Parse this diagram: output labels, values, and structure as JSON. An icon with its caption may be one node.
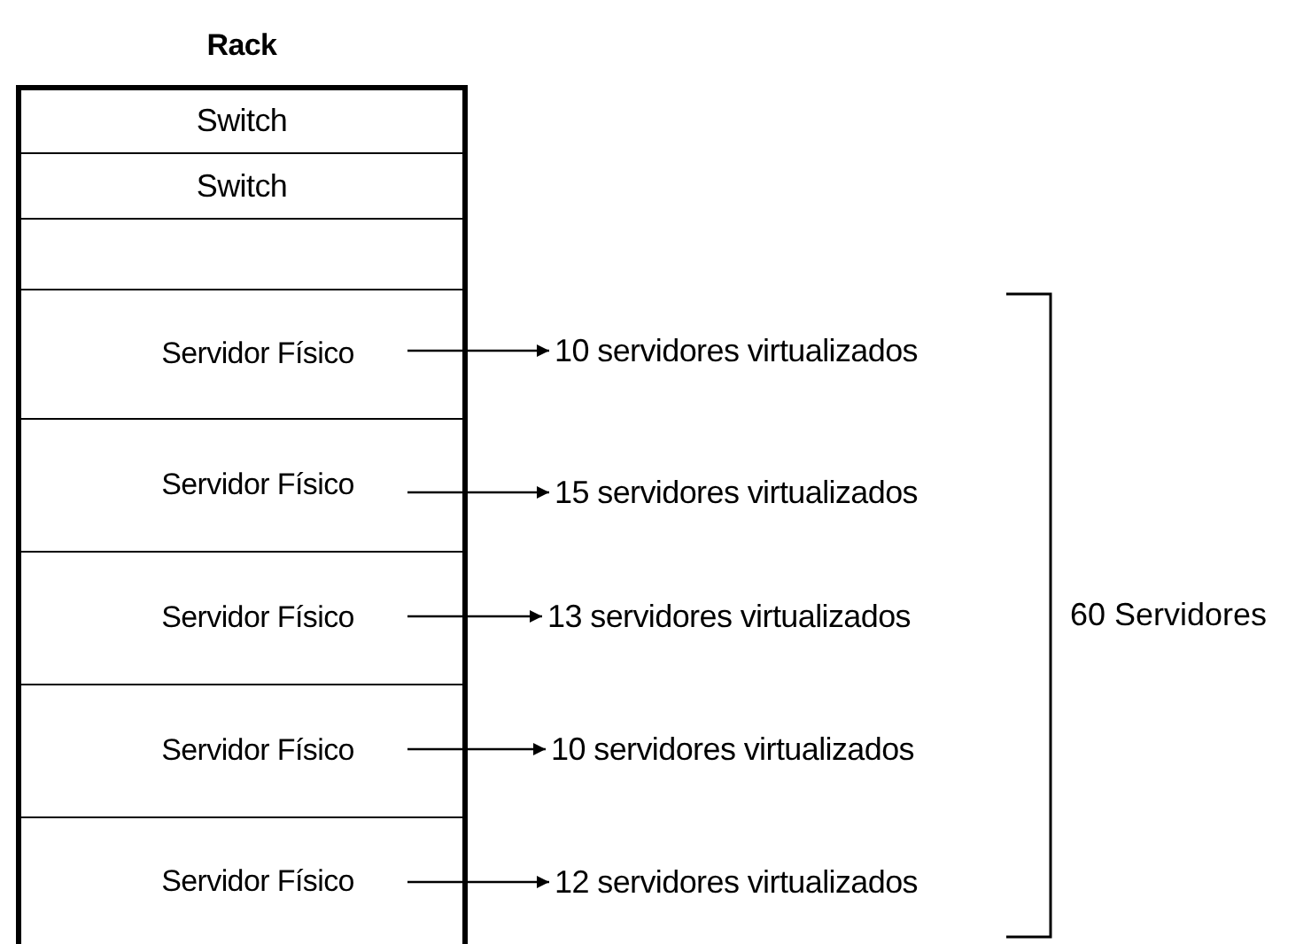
{
  "diagram": {
    "nodes": [
      {
        "text": [
          "Rack"
        ]
      },
      {
        "text": [
          "Switch"
        ],
        "in": 0
      },
      {
        "text": [
          "Switch"
        ],
        "in": 0
      },
      {
        "text": [],
        "shape": "box",
        "in": 0
      },
      {
        "text": [
          "Servidor Físico"
        ],
        "in": 0
      },
      {
        "text": [
          "Servidor Físico"
        ],
        "in": 0
      },
      {
        "text": [
          "Servidor Físico"
        ],
        "in": 0
      },
      {
        "text": [
          "Servidor Físico"
        ],
        "in": 0
      },
      {
        "text": [
          "Servidor Físico"
        ],
        "in": 0
      },
      {
        "text": [
          "10 servidores virtualizados"
        ]
      },
      {
        "text": [
          "15 servidores virtualizados"
        ]
      },
      {
        "text": [
          "13 servidores virtualizados"
        ]
      },
      {
        "text": [
          "10 servidores virtualizados"
        ]
      },
      {
        "text": [
          "12 servidores virtualizados"
        ]
      }
    ],
    "edges": [
      {
        "from": 4,
        "to": 9,
        "arrow": "to"
      },
      {
        "from": 5,
        "to": 10,
        "arrow": "to"
      },
      {
        "from": 6,
        "to": 11,
        "arrow": "to"
      },
      {
        "from": 7,
        "to": 12,
        "arrow": "to"
      },
      {
        "from": 8,
        "to": 13,
        "arrow": "to"
      }
    ],
    "labels": [
      "60 Servidores"
    ]
  }
}
